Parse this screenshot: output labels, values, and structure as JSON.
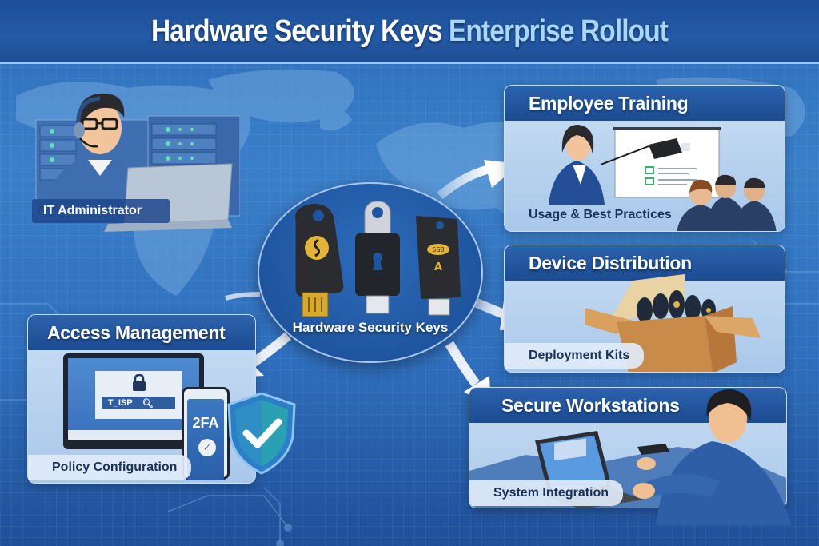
{
  "header": {
    "title_part1": "Hardware Security Keys",
    "title_part2": "Enterprise Rollout"
  },
  "roles": {
    "admin_label": "IT Administrator"
  },
  "hub": {
    "label": "Hardware Security Keys",
    "keys": [
      {
        "style": "black-usb-a",
        "emblem": "S"
      },
      {
        "style": "silver-loop-usb-c",
        "emblem": "keyhole"
      },
      {
        "style": "black-usb-c",
        "emblem_badge": "5S8",
        "emblem_letter": "A"
      }
    ]
  },
  "panels": {
    "training": {
      "title": "Employee Training",
      "subtitle": "Usage & Best Practices"
    },
    "distribution": {
      "title": "Device Distribution",
      "subtitle": "Deployment Kits"
    },
    "workstations": {
      "title": "Secure Workstations",
      "subtitle": "System Integration"
    },
    "access": {
      "title": "Access Management",
      "subtitle": "Policy Configuration",
      "screen_field": "T_ISP",
      "phone_label": "2FA"
    }
  },
  "colors": {
    "header_bg": "#1e4d93",
    "title_accent": "#a9d6fb",
    "panel_head": "#1c4b92",
    "panel_body": "#bcd5ef",
    "shield": "#2a9ab0",
    "key_gold": "#e3b43a"
  }
}
